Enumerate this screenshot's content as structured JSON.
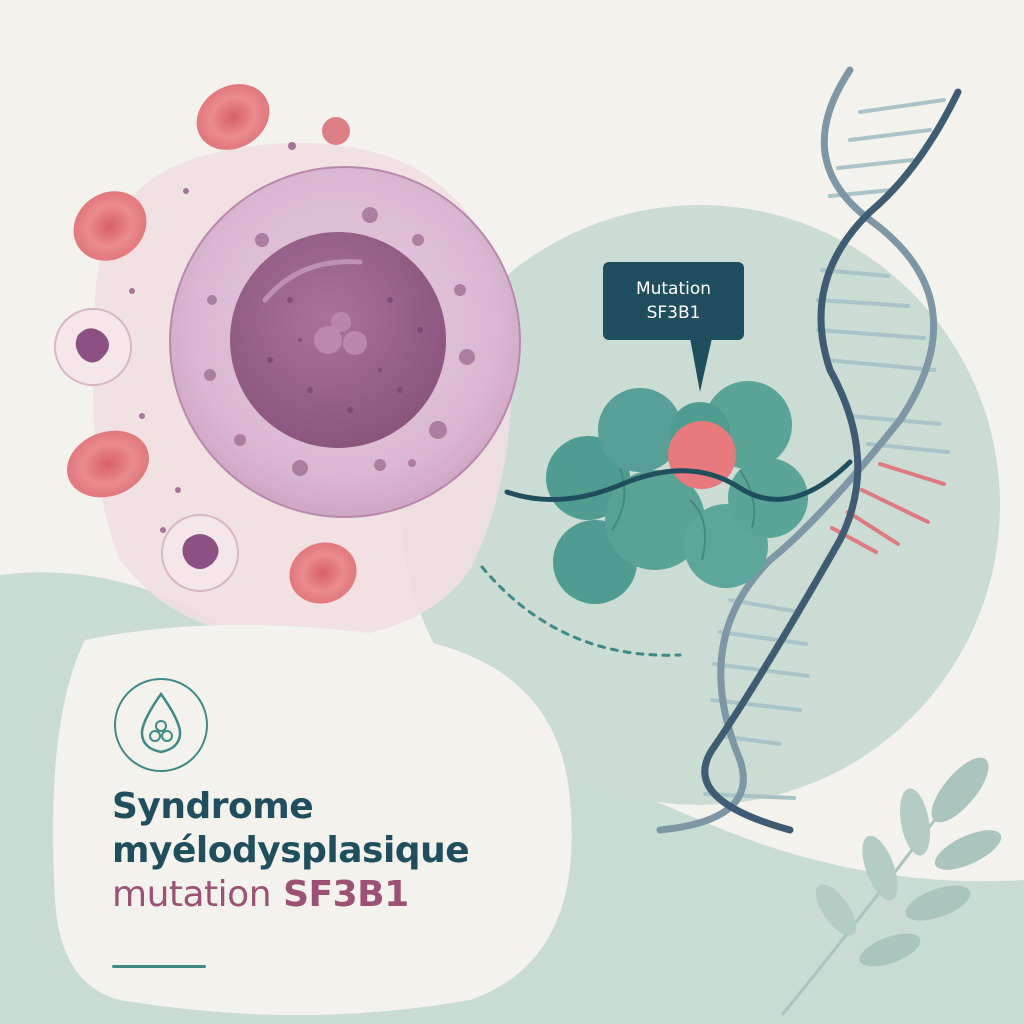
{
  "callout": {
    "line1": "Mutation",
    "line2": "SF3B1"
  },
  "title": {
    "line1": "Syndrome",
    "line2": "myélodysplasique",
    "line3_word1": "mutation",
    "line3_word2": "SF3B1"
  },
  "colors": {
    "background": "#f4f2ec",
    "teal_dark": "#1f4f5e",
    "teal": "#3d8a86",
    "sage": "#b9d1c8",
    "mauve": "#9c5274",
    "red_cell": "#e07a7e",
    "protein": "#4f9c91",
    "mutation_site": "#e8797c"
  },
  "icons": [
    "blood-drop-icon",
    "leaf-branch-icon",
    "dna-helix-icon"
  ]
}
